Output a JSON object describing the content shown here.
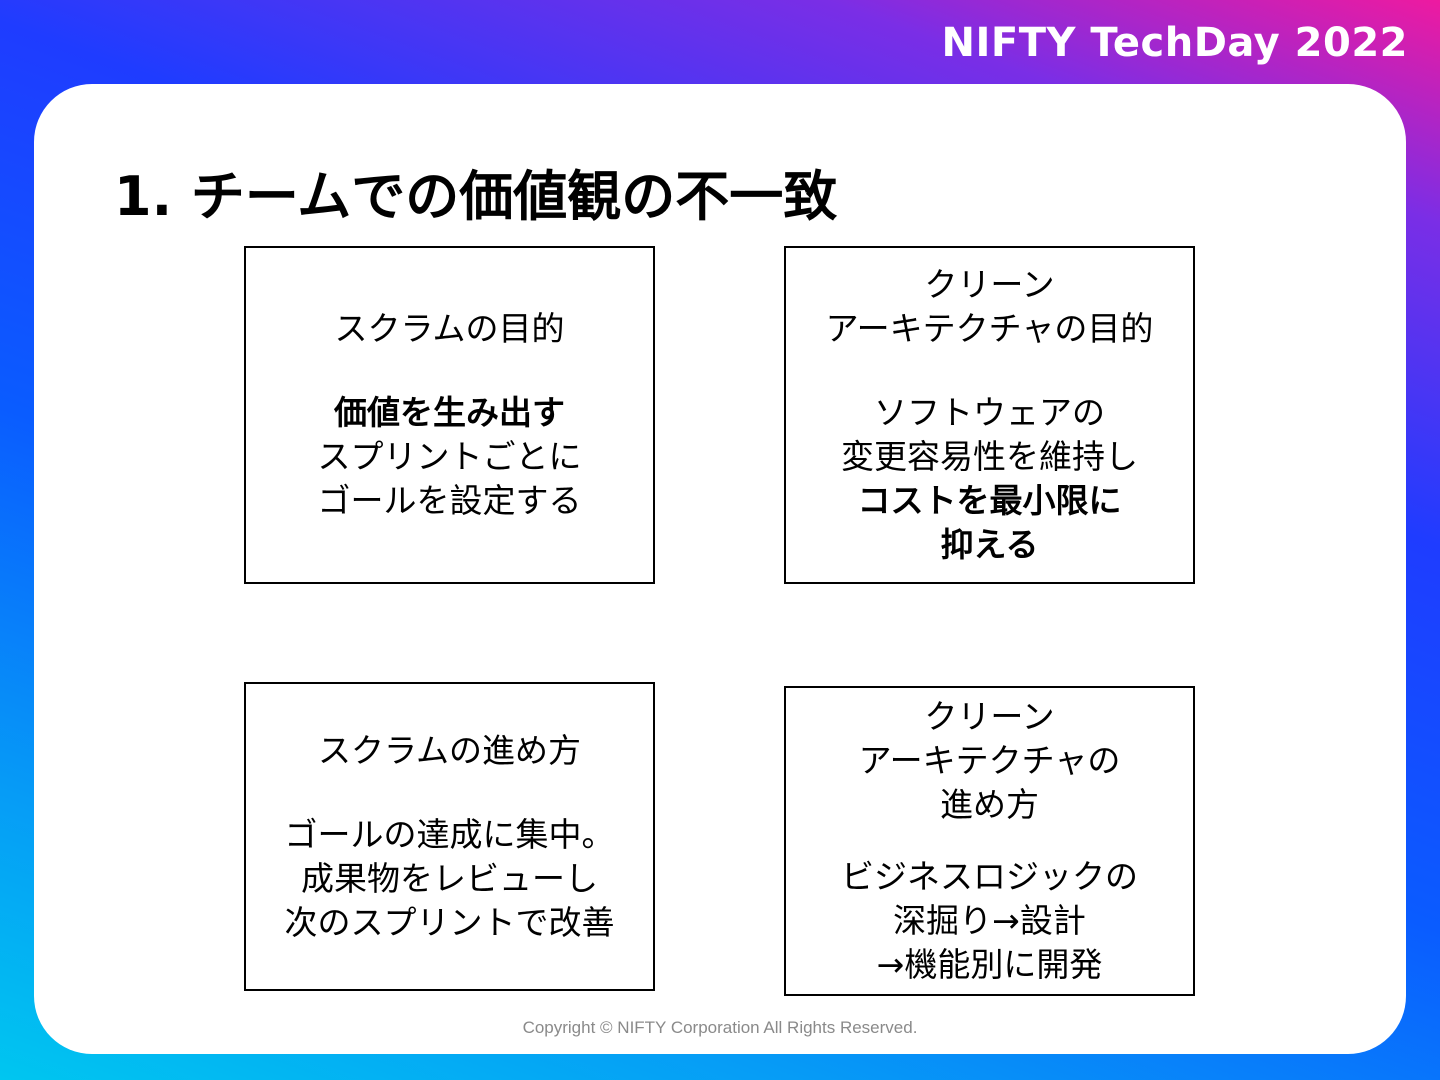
{
  "brand": {
    "text": "NIFTY TechDay 2022"
  },
  "slide": {
    "title": "1. チームでの価値観の不一致"
  },
  "boxes": {
    "scrum_purpose": {
      "heading": "スクラムの目的",
      "lines": [
        "価値を生み出す",
        "スプリントごとに",
        "ゴールを設定する"
      ]
    },
    "clean_arch_purpose": {
      "heading": [
        "クリーン",
        "アーキテクチャの目的"
      ],
      "lines": [
        "ソフトウェアの",
        "変更容易性を維持し",
        "コストを最小限に",
        "抑える"
      ]
    },
    "scrum_process": {
      "heading": "スクラムの進め方",
      "lines": [
        "ゴールの達成に集中。",
        "成果物をレビューし",
        "次のスプリントで改善"
      ]
    },
    "clean_arch_process": {
      "heading": [
        "クリーン",
        "アーキテクチャの",
        "進め方"
      ],
      "lines": [
        "ビジネスロジックの",
        "深掘り→設計",
        "→機能別に開発"
      ]
    }
  },
  "footer": {
    "text": "Copyright © NIFTY Corporation All Rights Reserved."
  },
  "colors": {
    "gradient_pink": "#ee1aa0",
    "gradient_blue": "#1f3cff",
    "gradient_cyan": "#00c6f0",
    "card": "#ffffff",
    "text": "#000000",
    "footer_text": "#8a8a8a"
  }
}
